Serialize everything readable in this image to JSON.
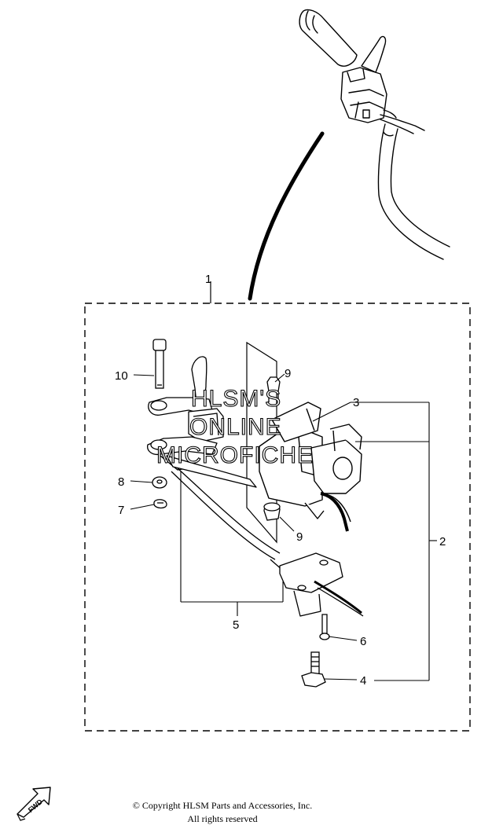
{
  "watermark": {
    "line1": "HLSM'S",
    "line2": "ONLINE",
    "line3": "MICROFICHE"
  },
  "callouts": {
    "c1": "1",
    "c2": "2",
    "c3": "3",
    "c4": "4",
    "c5": "5",
    "c6": "6",
    "c7": "7",
    "c8": "8",
    "c9_top": "9",
    "c9_bottom": "9",
    "c10": "10"
  },
  "fwd_label": "FWD",
  "copyright": {
    "line1": "© Copyright HLSM Parts and Accessories, Inc.",
    "line2": "All rights reserved"
  }
}
